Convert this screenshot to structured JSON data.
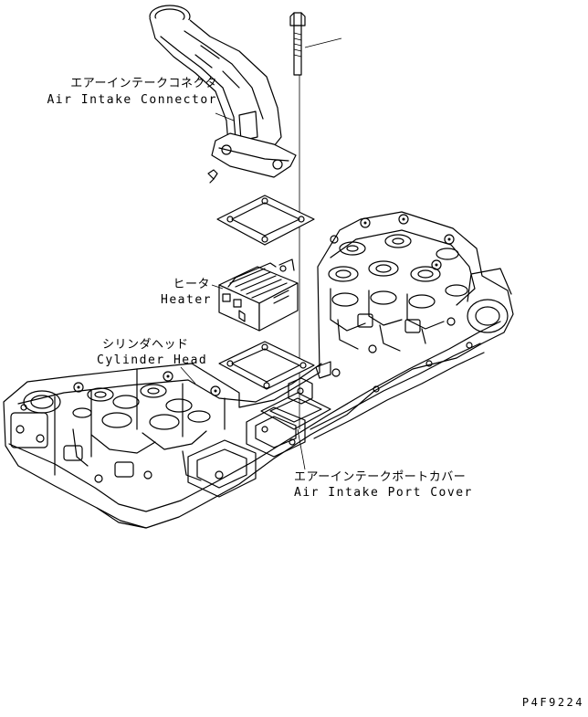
{
  "labels": {
    "connector_jp": "エアーインテークコネクタ",
    "connector_en": "Air Intake Connector",
    "heater_jp": "ヒータ",
    "heater_en": "Heater",
    "cylinder_jp": "シリンダヘッド",
    "cylinder_en": "Cylinder Head",
    "port_jp": "エアーインテークポートカバー",
    "port_en": "Air Intake Port Cover"
  },
  "figure_code": "P4F9224"
}
